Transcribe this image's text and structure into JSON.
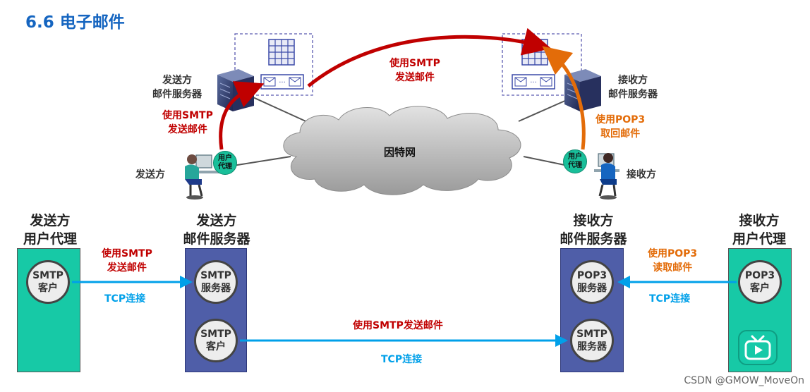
{
  "title": "6.6 电子邮件",
  "top": {
    "sender_server_label": [
      "发送方",
      "邮件服务器"
    ],
    "receiver_server_label": [
      "接收方",
      "邮件服务器"
    ],
    "sender_label": "发送方",
    "receiver_label": "接收方",
    "internet_label": "因特网",
    "user_agent_label": [
      "用户",
      "代理"
    ],
    "smtp_send_mid": [
      "使用SMTP",
      "发送邮件"
    ],
    "smtp_send_left": [
      "使用SMTP",
      "发送邮件"
    ],
    "pop3_fetch": [
      "使用POP3",
      "取回邮件"
    ]
  },
  "bottom": {
    "col1_header": [
      "发送方",
      "用户代理"
    ],
    "col2_header": [
      "发送方",
      "邮件服务器"
    ],
    "col3_header": [
      "接收方",
      "邮件服务器"
    ],
    "col4_header": [
      "接收方",
      "用户代理"
    ],
    "smtp_client_a": [
      "SMTP",
      "客户"
    ],
    "smtp_server_a": [
      "SMTP",
      "服务器"
    ],
    "smtp_client_b": [
      "SMTP",
      "客户"
    ],
    "pop3_server": [
      "POP3",
      "服务器"
    ],
    "smtp_server_b": [
      "SMTP",
      "服务器"
    ],
    "pop3_client": [
      "POP3",
      "客户"
    ],
    "link1_top": [
      "使用SMTP",
      "发送邮件"
    ],
    "link1_bottom": "TCP连接",
    "link2_top": "使用SMTP发送邮件",
    "link2_bottom": "TCP连接",
    "link3_top": [
      "使用POP3",
      "读取邮件"
    ],
    "link3_bottom": "TCP连接"
  },
  "watermark": "CSDN @GMOW_MoveOn",
  "colors": {
    "title": "#1565c0",
    "red": "#c00000",
    "orange": "#e36c09",
    "blue": "#00a0e9",
    "teal": "#17c9a6",
    "navy": "#4f5ea8"
  },
  "icons": [
    "server-icon",
    "mailbox-grid-icon",
    "envelope-icon",
    "person-at-computer-icon",
    "cloud-icon",
    "tv-logo-icon"
  ]
}
